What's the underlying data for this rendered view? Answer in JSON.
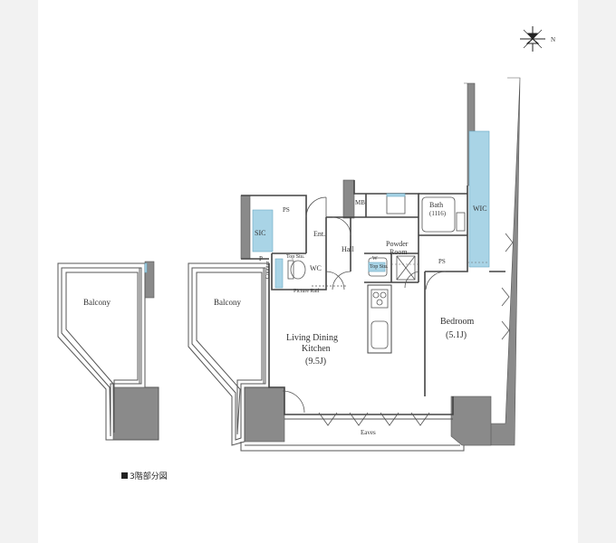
{
  "rooms": {
    "balcony_left": "Balcony",
    "balcony_right": "Balcony",
    "sic": "SIC",
    "ps_top": "PS",
    "entrance": "Ent.",
    "mb": "MB",
    "bath": "Bath",
    "bath_size": "(1116)",
    "wic": "WIC",
    "hall": "Hall",
    "powder_room_line1": "Powder",
    "powder_room_line2": "Room",
    "wc": "WC",
    "p": "P",
    "top_stu_1": "Top Stu.",
    "top_stu_2": "Top Stu.",
    "w": "W",
    "counter": "Counter",
    "picture_rail": "Picture Rail",
    "ps_right": "PS",
    "ldk_line1": "Living Dining",
    "ldk_line2": "Kitchen",
    "ldk_size": "(9.5J)",
    "bedroom": "Bedroom",
    "bedroom_size": "(5.1J)",
    "eaves": "Eaves"
  },
  "compass": {
    "label": "N"
  },
  "footnote": {
    "text": "3階部分図"
  },
  "colors": {
    "wall": "#8a8a8a",
    "storage": "#a9d4e6",
    "line": "#444444"
  }
}
